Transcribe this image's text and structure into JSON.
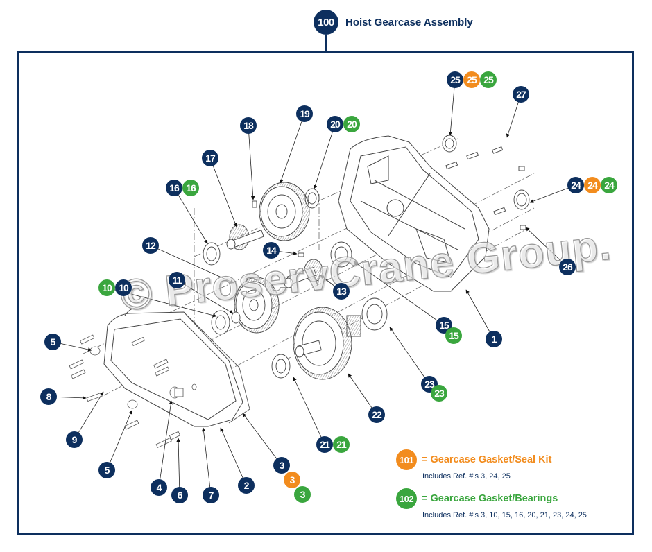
{
  "diagram": {
    "title_number": "100",
    "title": "Hoist Gearcase Assembly",
    "watermark": "© ProservCrane Group.",
    "colors": {
      "navy": "#0d2f5e",
      "orange": "#f28c1e",
      "green": "#3aa63e",
      "line": "#333333"
    },
    "callouts": [
      {
        "id": "1",
        "labels": [
          {
            "text": "1",
            "color": "navy"
          }
        ]
      },
      {
        "id": "2",
        "labels": [
          {
            "text": "2",
            "color": "navy"
          }
        ]
      },
      {
        "id": "3",
        "labels": [
          {
            "text": "3",
            "color": "navy"
          },
          {
            "text": "3",
            "color": "orange"
          },
          {
            "text": "3",
            "color": "green"
          }
        ]
      },
      {
        "id": "4",
        "labels": [
          {
            "text": "4",
            "color": "navy"
          }
        ]
      },
      {
        "id": "5a",
        "labels": [
          {
            "text": "5",
            "color": "navy"
          }
        ]
      },
      {
        "id": "5b",
        "labels": [
          {
            "text": "5",
            "color": "navy"
          }
        ]
      },
      {
        "id": "6",
        "labels": [
          {
            "text": "6",
            "color": "navy"
          }
        ]
      },
      {
        "id": "7",
        "labels": [
          {
            "text": "7",
            "color": "navy"
          }
        ]
      },
      {
        "id": "8",
        "labels": [
          {
            "text": "8",
            "color": "navy"
          }
        ]
      },
      {
        "id": "9",
        "labels": [
          {
            "text": "9",
            "color": "navy"
          }
        ]
      },
      {
        "id": "10",
        "labels": [
          {
            "text": "10",
            "color": "green"
          },
          {
            "text": "10",
            "color": "navy"
          }
        ]
      },
      {
        "id": "11",
        "labels": [
          {
            "text": "11",
            "color": "navy"
          }
        ]
      },
      {
        "id": "12",
        "labels": [
          {
            "text": "12",
            "color": "navy"
          }
        ]
      },
      {
        "id": "13",
        "labels": [
          {
            "text": "13",
            "color": "navy"
          }
        ]
      },
      {
        "id": "14",
        "labels": [
          {
            "text": "14",
            "color": "navy"
          }
        ]
      },
      {
        "id": "15",
        "labels": [
          {
            "text": "15",
            "color": "navy"
          },
          {
            "text": "15",
            "color": "green"
          }
        ]
      },
      {
        "id": "16",
        "labels": [
          {
            "text": "16",
            "color": "navy"
          },
          {
            "text": "16",
            "color": "green"
          }
        ]
      },
      {
        "id": "17",
        "labels": [
          {
            "text": "17",
            "color": "navy"
          }
        ]
      },
      {
        "id": "18",
        "labels": [
          {
            "text": "18",
            "color": "navy"
          }
        ]
      },
      {
        "id": "19",
        "labels": [
          {
            "text": "19",
            "color": "navy"
          }
        ]
      },
      {
        "id": "20",
        "labels": [
          {
            "text": "20",
            "color": "navy"
          },
          {
            "text": "20",
            "color": "green"
          }
        ]
      },
      {
        "id": "21",
        "labels": [
          {
            "text": "21",
            "color": "navy"
          },
          {
            "text": "21",
            "color": "green"
          }
        ]
      },
      {
        "id": "22",
        "labels": [
          {
            "text": "22",
            "color": "navy"
          }
        ]
      },
      {
        "id": "23",
        "labels": [
          {
            "text": "23",
            "color": "navy"
          },
          {
            "text": "23",
            "color": "green"
          }
        ]
      },
      {
        "id": "24",
        "labels": [
          {
            "text": "24",
            "color": "navy"
          },
          {
            "text": "24",
            "color": "orange"
          },
          {
            "text": "24",
            "color": "green"
          }
        ]
      },
      {
        "id": "25",
        "labels": [
          {
            "text": "25",
            "color": "navy"
          },
          {
            "text": "25",
            "color": "orange"
          },
          {
            "text": "25",
            "color": "green"
          }
        ]
      },
      {
        "id": "26",
        "labels": [
          {
            "text": "26",
            "color": "navy"
          }
        ]
      },
      {
        "id": "27",
        "labels": [
          {
            "text": "27",
            "color": "navy"
          }
        ]
      }
    ]
  },
  "legend": [
    {
      "number": "101",
      "title": "= Gearcase Gasket/Seal Kit",
      "includes": "Includes Ref. #'s 3, 24, 25",
      "color": "orange"
    },
    {
      "number": "102",
      "title": "= Gearcase Gasket/Bearings",
      "includes": "Includes Ref. #'s 3, 10, 15, 16, 20, 21, 23, 24, 25",
      "color": "green"
    }
  ]
}
